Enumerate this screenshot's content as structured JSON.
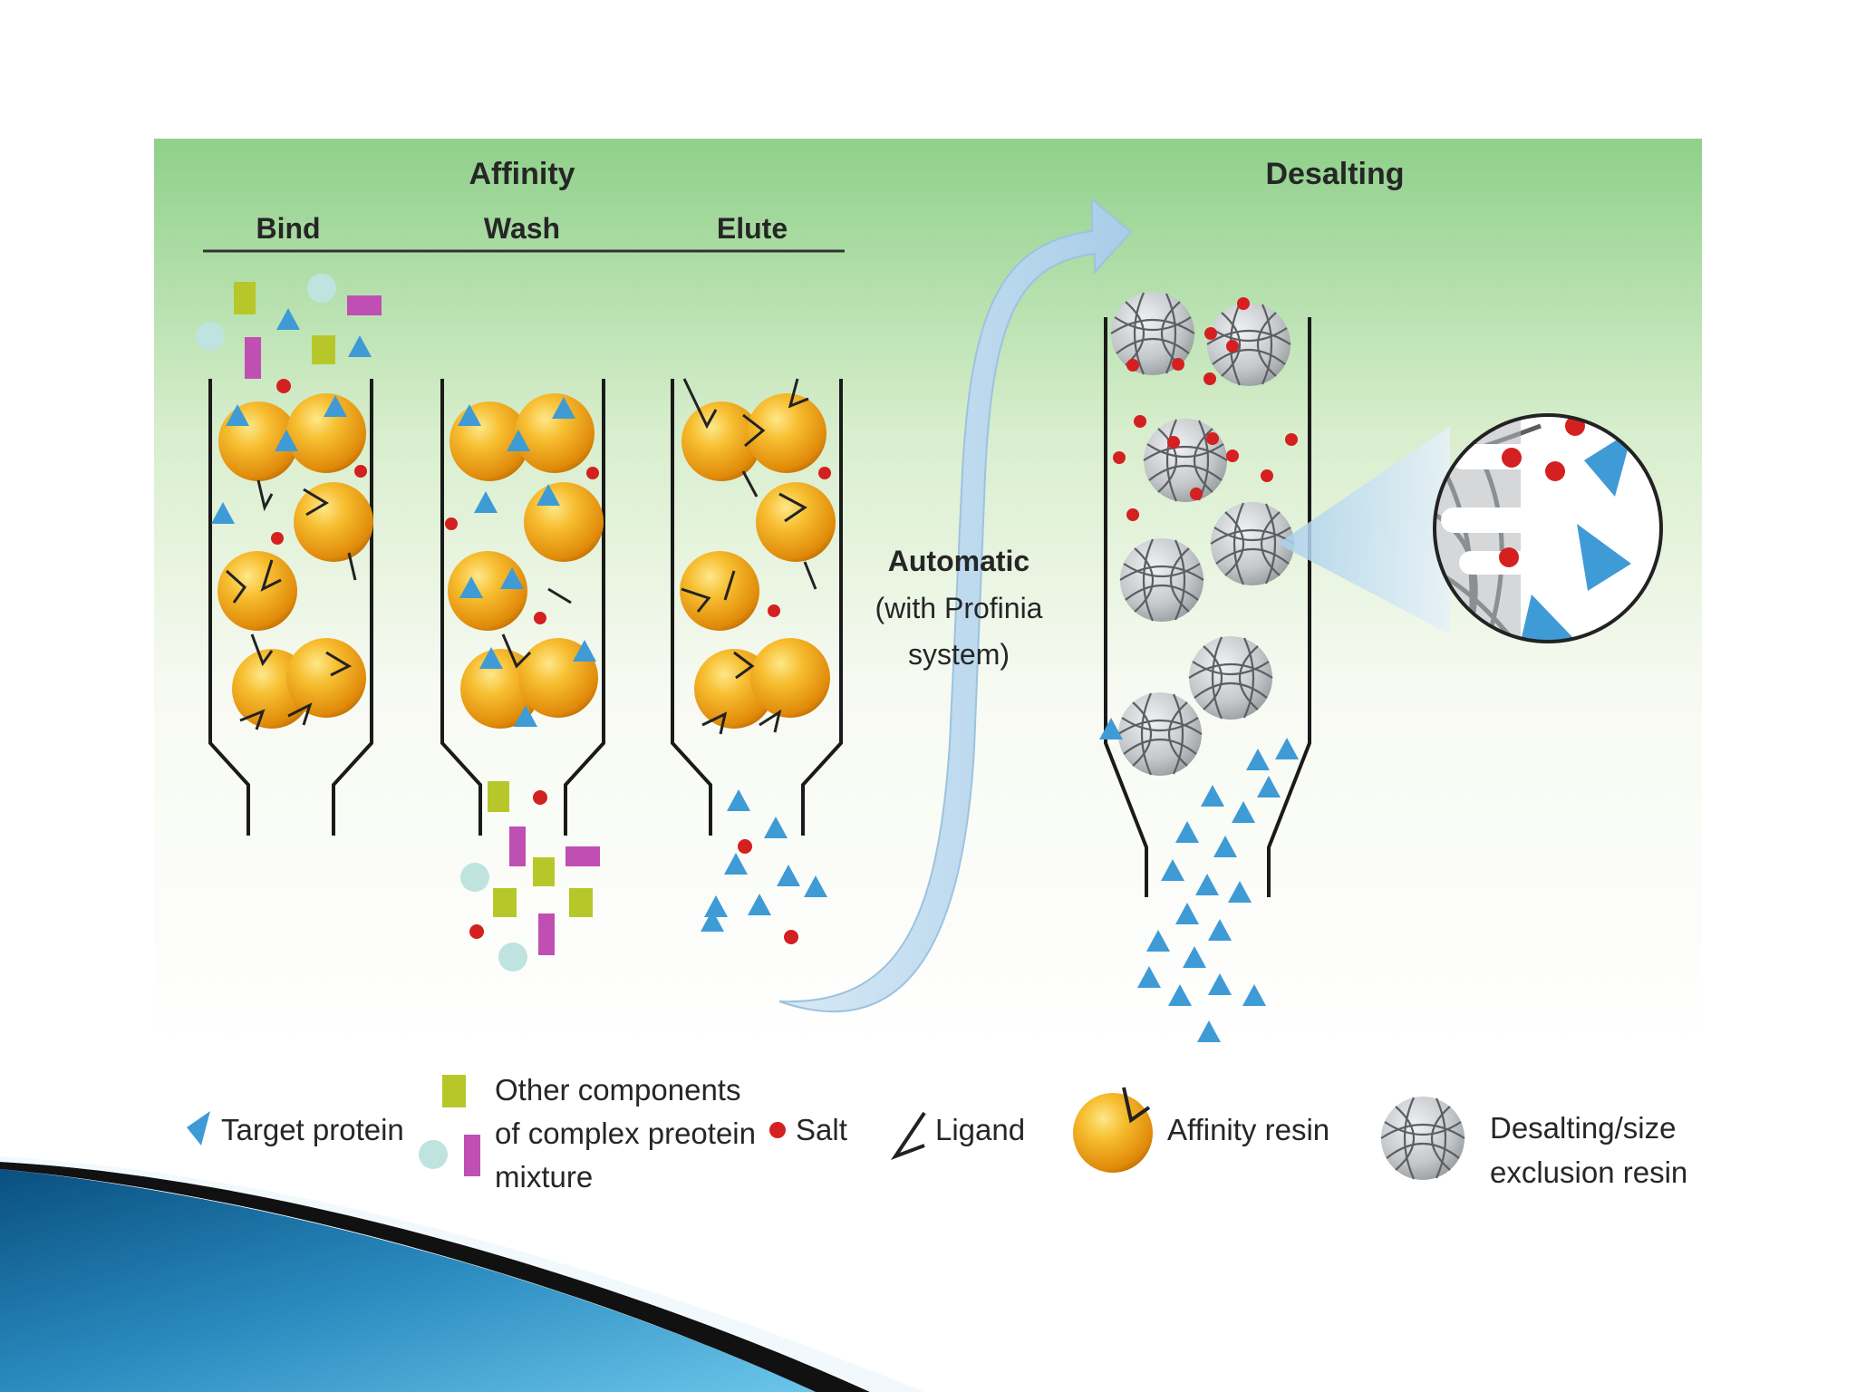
{
  "diagram": {
    "affinity": {
      "title": "Affinity",
      "steps": [
        "Bind",
        "Wash",
        "Elute"
      ]
    },
    "arrow_label": [
      "Automatic",
      "(with Profinia",
      "system)"
    ],
    "desalting": {
      "title": "Desalting"
    },
    "legend": {
      "target_protein": "Target protein",
      "other_components": [
        "Other components",
        "of complex preotein",
        "mixture"
      ],
      "salt": "Salt",
      "ligand": "Ligand",
      "affinity_resin": "Affinity resin",
      "desalting_resin": [
        "Desalting/size",
        "exclusion resin"
      ]
    },
    "colors": {
      "target_protein": "#3f9bd6",
      "salt": "#d42020",
      "contaminant_square": "#b7c72a",
      "contaminant_rect": "#c04fb4",
      "contaminant_circle": "#bfe3df",
      "affinity_resin": "#f2a51c",
      "desalting_resin": "#b8bcbf",
      "arrow": "#bcd9ee",
      "background_top": "#8fd08a"
    }
  }
}
